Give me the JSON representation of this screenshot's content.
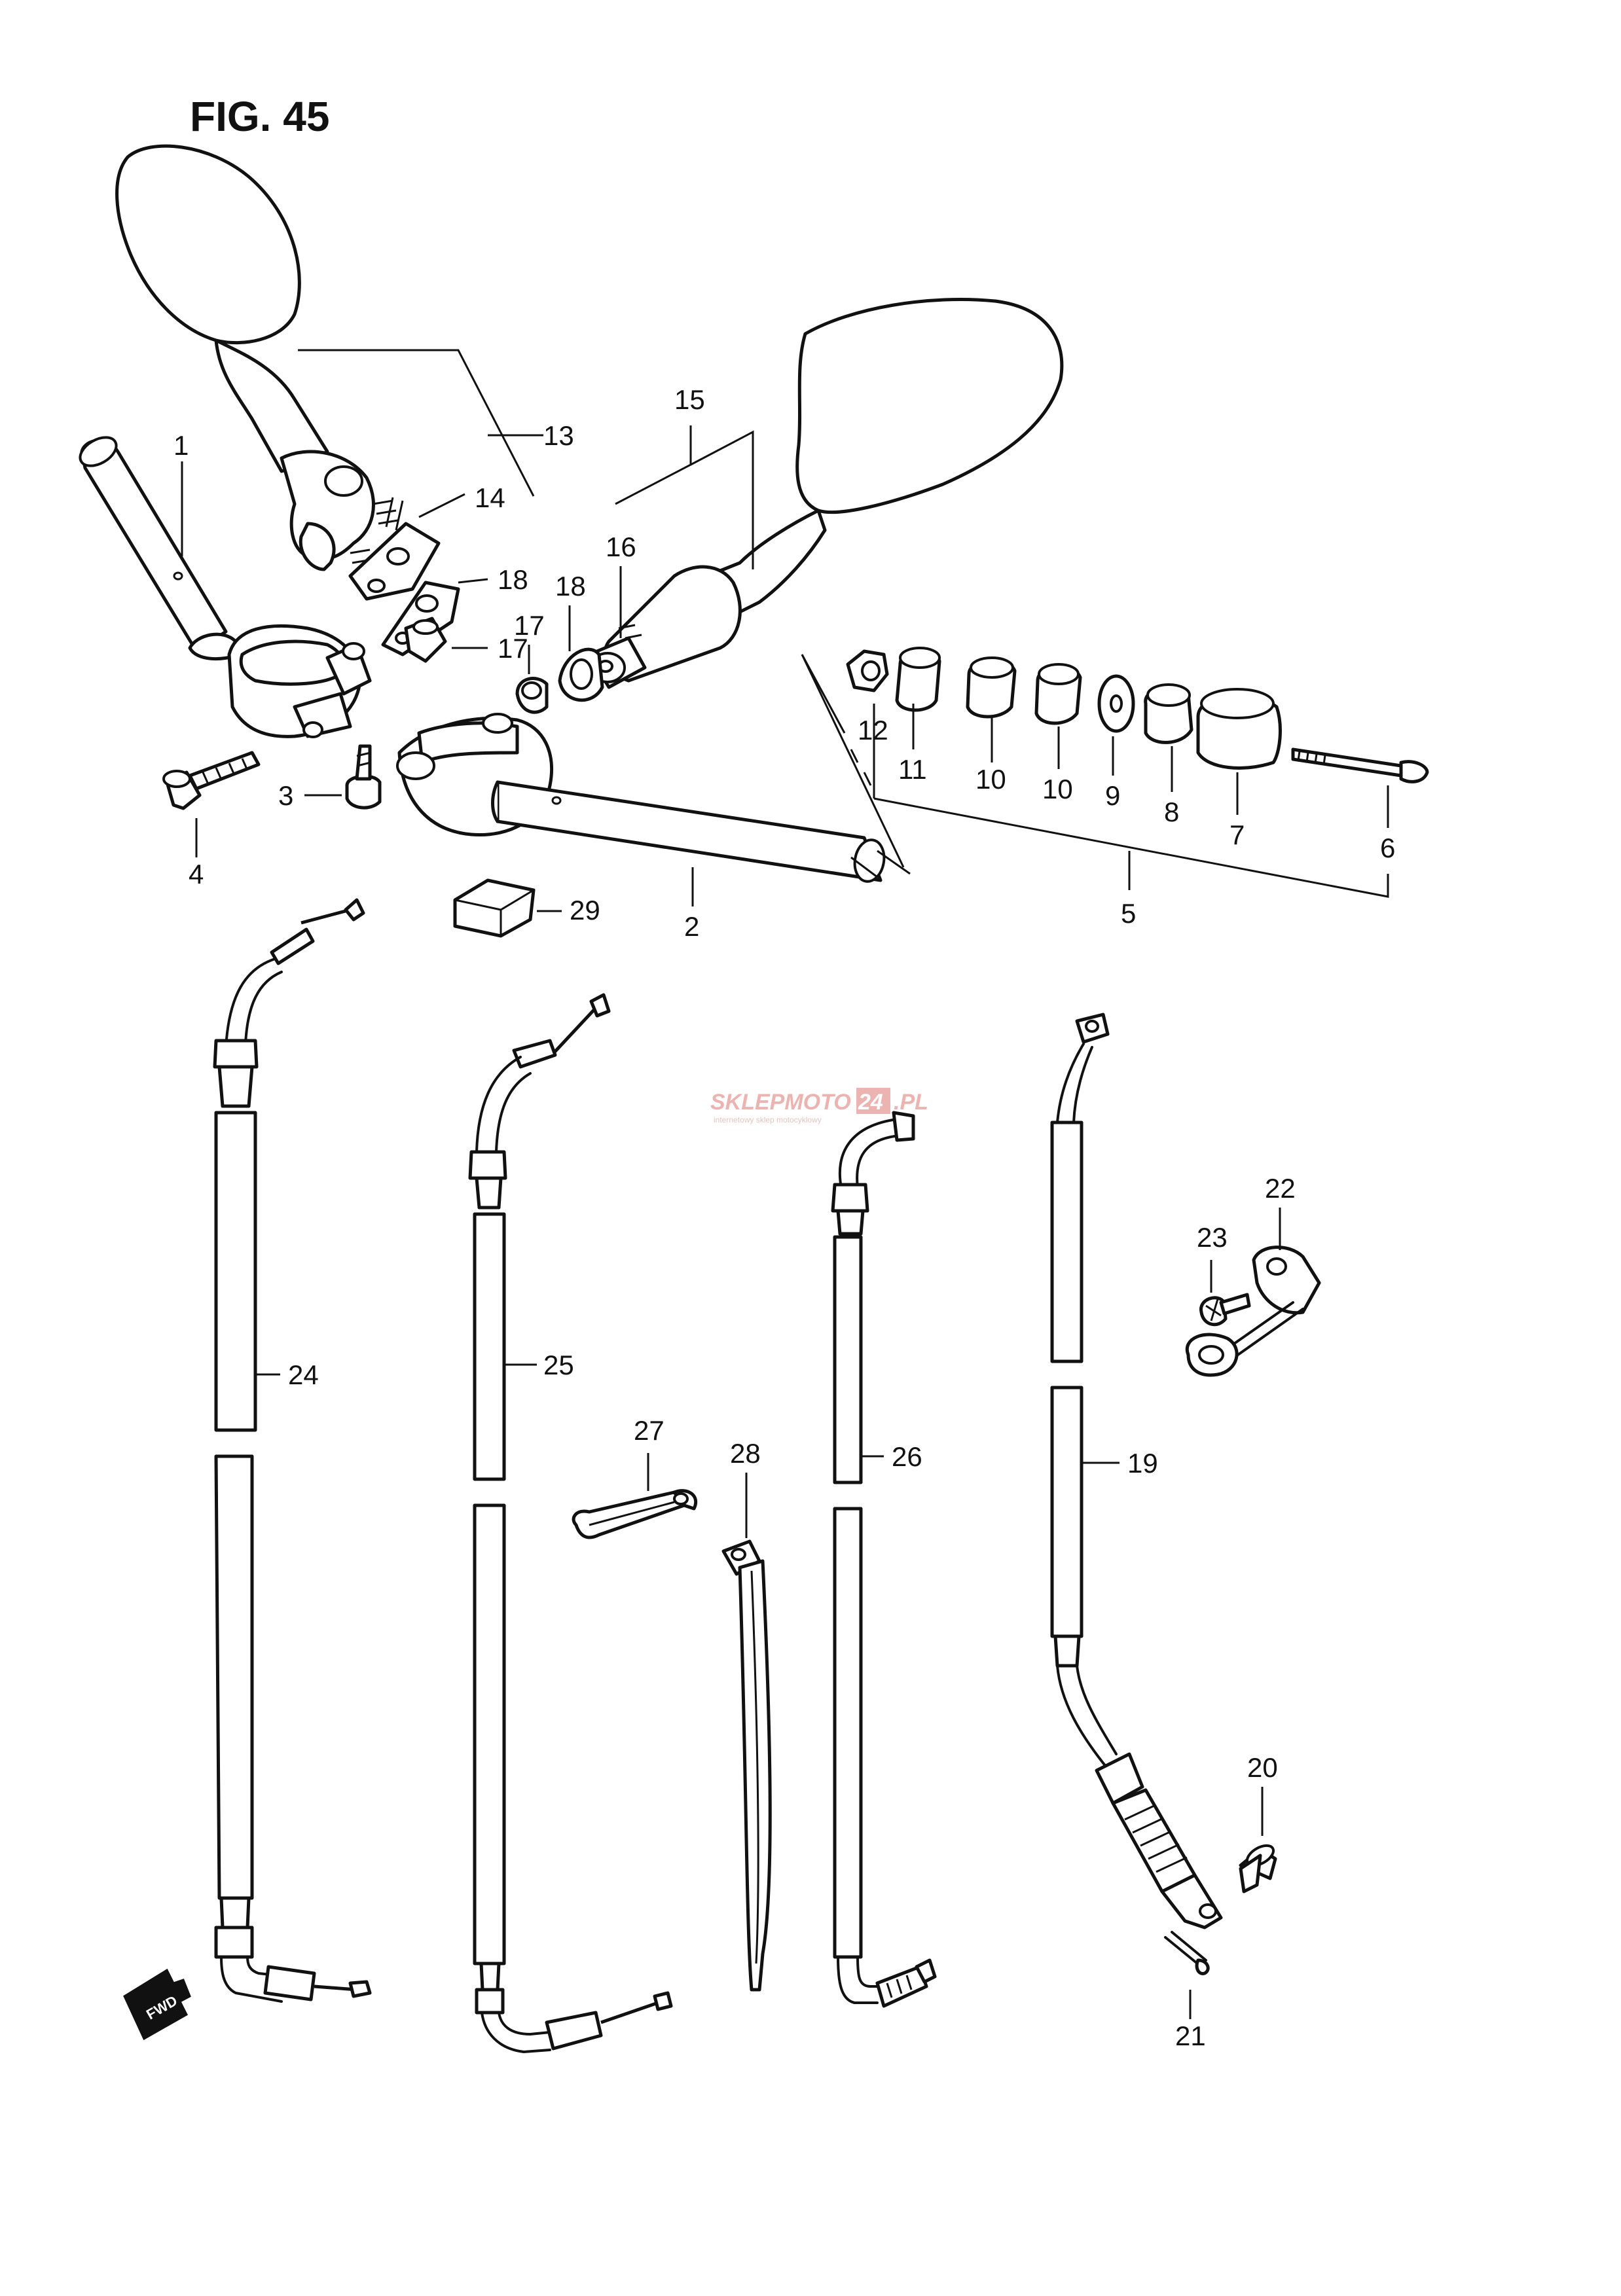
{
  "figure_title": "FIG. 45",
  "watermark": {
    "brand_a": "SKLEPMOTO",
    "brand_b": "24",
    "brand_c": ".PL",
    "tagline": "internetowy sklep motocyklowy"
  },
  "fwd_label": "FWD",
  "callouts": {
    "c1": "1",
    "c2": "2",
    "c3": "3",
    "c4": "4",
    "c5": "5",
    "c6": "6",
    "c7": "7",
    "c8": "8",
    "c9": "9",
    "c10a": "10",
    "c10b": "10",
    "c11": "11",
    "c12": "12",
    "c13": "13",
    "c14": "14",
    "c15": "15",
    "c16": "16",
    "c17a": "17",
    "c17b": "17",
    "c18a": "18",
    "c18b": "18",
    "c19": "19",
    "c20": "20",
    "c21": "21",
    "c22": "22",
    "c23": "23",
    "c24": "24",
    "c25": "25",
    "c26": "26",
    "c27": "27",
    "c28": "28",
    "c29": "29"
  },
  "colors": {
    "line": "#111111",
    "paper": "#ffffff",
    "watermark": "#e8a7a4"
  }
}
